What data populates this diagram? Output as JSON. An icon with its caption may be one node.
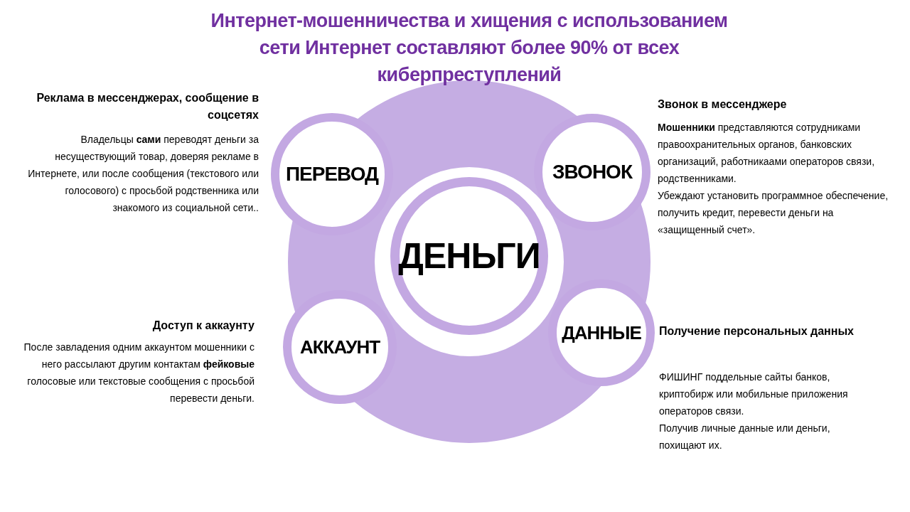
{
  "diagram": {
    "title": "Интернет-мошенничества и хищения с использованием сети Интернет составляют более 90% от всех киберпреступлений",
    "nodes": [
      {
        "text": [
          "ПЕРЕВОД"
        ],
        "beside": [
          "Реклама в мессенджерах, сообщение в соцсетях",
          "Владельцы **сами** переводят деньги за несуществующий товар, доверяя рекламе в Интернете, или после сообщения (текстового или голосового) с просьбой родственника или знакомого из социальной сети.."
        ]
      },
      {
        "text": [
          "ЗВОНОК"
        ],
        "beside": [
          "Звонок в мессенджере",
          "**Мошенники** представляются сотрудниками правоохранительных органов, банковских организаций, работникаами операторов связи, родственниками.",
          "Убеждают установить программное обеспечение, получить кредит, перевести деньги на «защищенный счет»."
        ]
      },
      {
        "text": [
          "ДЕНЬГИ"
        ]
      },
      {
        "text": [
          "АККАУНТ"
        ],
        "beside": [
          "Доступ к аккаунту",
          "После завладения одним аккаунтом мошенники с него рассылают другим контактам **фейковые** голосовые или текстовые сообщения с просьбой перевести деньги."
        ]
      },
      {
        "text": [
          "ДАННЫЕ"
        ],
        "beside": [
          "Получение персональных данных",
          "ФИШИНГ поддельные сайты банков, криптобирж или мобильные приложения операторов связи.",
          "Получив личные данные или деньги, похищают их."
        ]
      }
    ]
  }
}
